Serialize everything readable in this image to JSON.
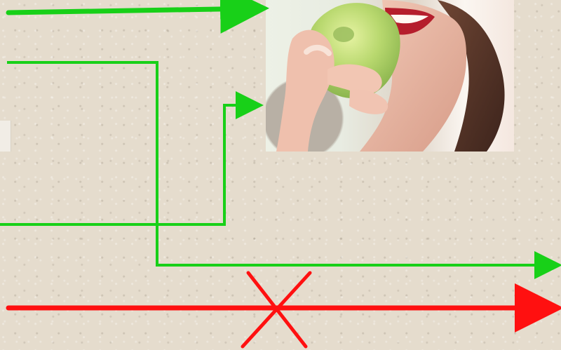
{
  "scene": {
    "type": "flow-arrow-diagram",
    "photo": "woman-biting-green-apple",
    "colors": {
      "allowed_path": "#18d018",
      "blocked_path": "#ff1010",
      "background": "#e5dccd"
    },
    "paths": [
      {
        "name": "top-direct-path",
        "status": "allowed",
        "target": "photo"
      },
      {
        "name": "second-path",
        "status": "allowed",
        "target": "right-edge"
      },
      {
        "name": "lower-loop-path",
        "status": "allowed",
        "target": "photo"
      },
      {
        "name": "bottom-path",
        "status": "blocked",
        "target": "right-edge"
      }
    ]
  }
}
